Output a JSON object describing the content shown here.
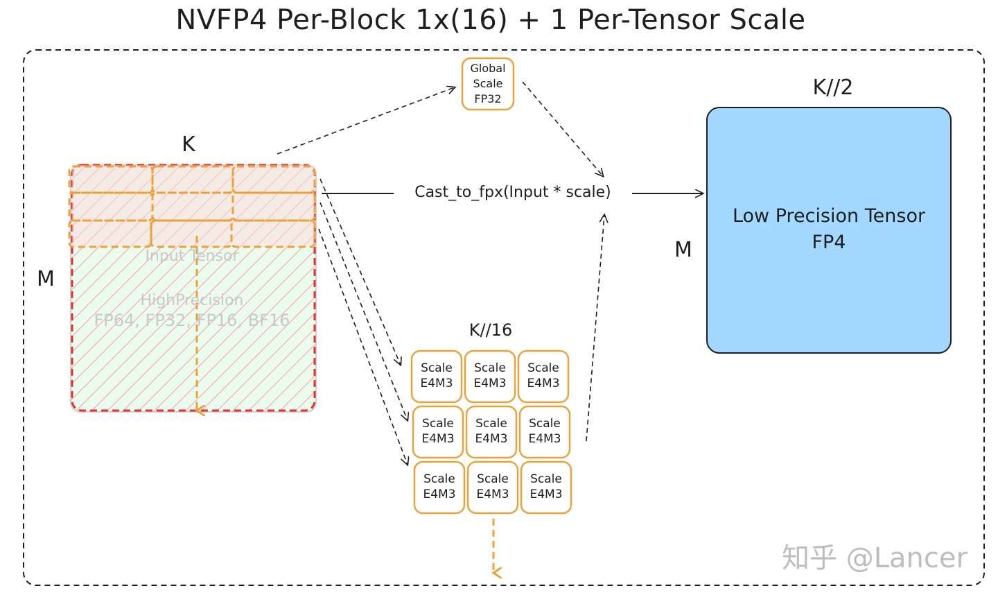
{
  "title": "NVFP4 Per-Block 1x(16) + 1 Per-Tensor Scale",
  "input": {
    "k_label": "K",
    "m_label": "M",
    "name": "Input Tensor",
    "precision_label": "HighPrecision",
    "dtypes": "FP64, FP32, FP16, BF16"
  },
  "global_scale": {
    "line1": "Global",
    "line2": "Scale",
    "line3": "FP32"
  },
  "operation": "Cast_to_fpx(Input * scale)",
  "block_scales": {
    "k_label": "K//16",
    "cells": [
      {
        "line1": "Scale",
        "line2": "E4M3"
      },
      {
        "line1": "Scale",
        "line2": "E4M3"
      },
      {
        "line1": "Scale",
        "line2": "E4M3"
      },
      {
        "line1": "Scale",
        "line2": "E4M3"
      },
      {
        "line1": "Scale",
        "line2": "E4M3"
      },
      {
        "line1": "Scale",
        "line2": "E4M3"
      },
      {
        "line1": "Scale",
        "line2": "E4M3"
      },
      {
        "line1": "Scale",
        "line2": "E4M3"
      },
      {
        "line1": "Scale",
        "line2": "E4M3"
      }
    ]
  },
  "output": {
    "k_label": "K//2",
    "m_label": "M",
    "line1": "Low Precision Tensor",
    "line2": "FP4"
  },
  "watermark": "知乎 @Lancer",
  "colors": {
    "orange": "#e8a33d",
    "red": "#e03131",
    "blue_fill": "#a5d8ff",
    "green_fill": "#ebfbee",
    "stroke": "#1e1e1e"
  }
}
